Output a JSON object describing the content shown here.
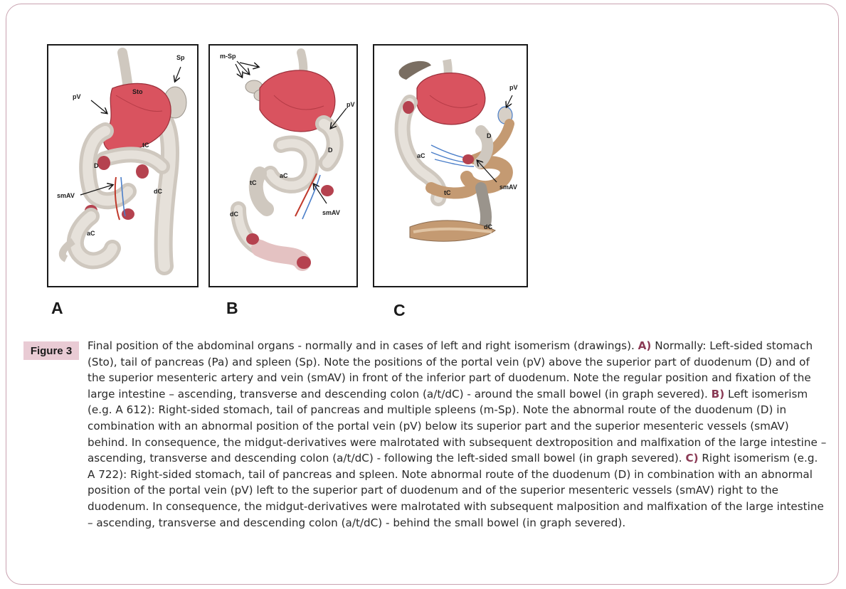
{
  "figure": {
    "label": "Figure 3",
    "panels": [
      {
        "letter": "A",
        "labels": {
          "sp": "Sp",
          "pv": "pV",
          "sto": "Sto",
          "tc": "tC",
          "d": "D",
          "smav": "smAV",
          "dc": "dC",
          "ac": "aC"
        }
      },
      {
        "letter": "B",
        "labels": {
          "msp": "m-Sp",
          "pv": "pV",
          "d": "D",
          "ac": "aC",
          "tc": "tC",
          "dc": "dC",
          "smav": "smAV"
        }
      },
      {
        "letter": "C",
        "labels": {
          "pv": "pV",
          "d": "D",
          "ac": "aC",
          "smav": "smAV",
          "tc": "tC",
          "dc": "dC"
        }
      }
    ],
    "caption": {
      "intro": "Final position of the abdominal organs - normally and in cases of left and right isomerism (drawings).",
      "a_label": "A)",
      "a_text": "Normally: Left-sided stomach (Sto), tail of pancreas (Pa) and spleen (Sp). Note the positions of the portal vein (pV) above the superior part of duodenum (D) and of the superior mesenteric artery and vein (smAV) in front of the inferior part of duodenum. Note the regular position and fixation of the large intestine – ascending, transverse and descending colon (a/t/dC) - around the small bowel (in graph severed).",
      "b_label": "B)",
      "b_text": "Left isomerism (e.g. A 612): Right-sided stomach, tail of pancreas and multiple spleens (m-Sp). Note the abnormal route of the duodenum (D) in combination with an abnormal position of the portal vein (pV) below its superior part and the superior mesenteric vessels (smAV) behind. In consequence, the midgut-derivatives were malrotated with subsequent dextroposition and malfixation of the large intestine – ascending, transverse and descending colon (a/t/dC) - following the left-sided small bowel (in graph severed).",
      "c_label": "C)",
      "c_text": "Right isomerism (e.g. A 722): Right-sided stomach, tail of pancreas and spleen. Note abnormal route of the duodenum (D) in combination with an abnormal position of the portal vein (pV) left to the superior part of duodenum and of the superior mesenteric vessels (smAV) right to the duodenum. In consequence, the midgut-derivatives were malrotated with subsequent malposition and malfixation of the large intestine – ascending, transverse and descending colon (a/t/dC) - behind the small bowel (in graph severed)."
    }
  },
  "colors": {
    "frame_border": "#c9a2b0",
    "badge_bg": "#e9cbd4",
    "stomach": "#d9535f",
    "bowel": "#d9d3cb",
    "colon_c": "#c49a72",
    "vessel_red": "#c0392b",
    "vessel_blue": "#4a7ec9"
  }
}
